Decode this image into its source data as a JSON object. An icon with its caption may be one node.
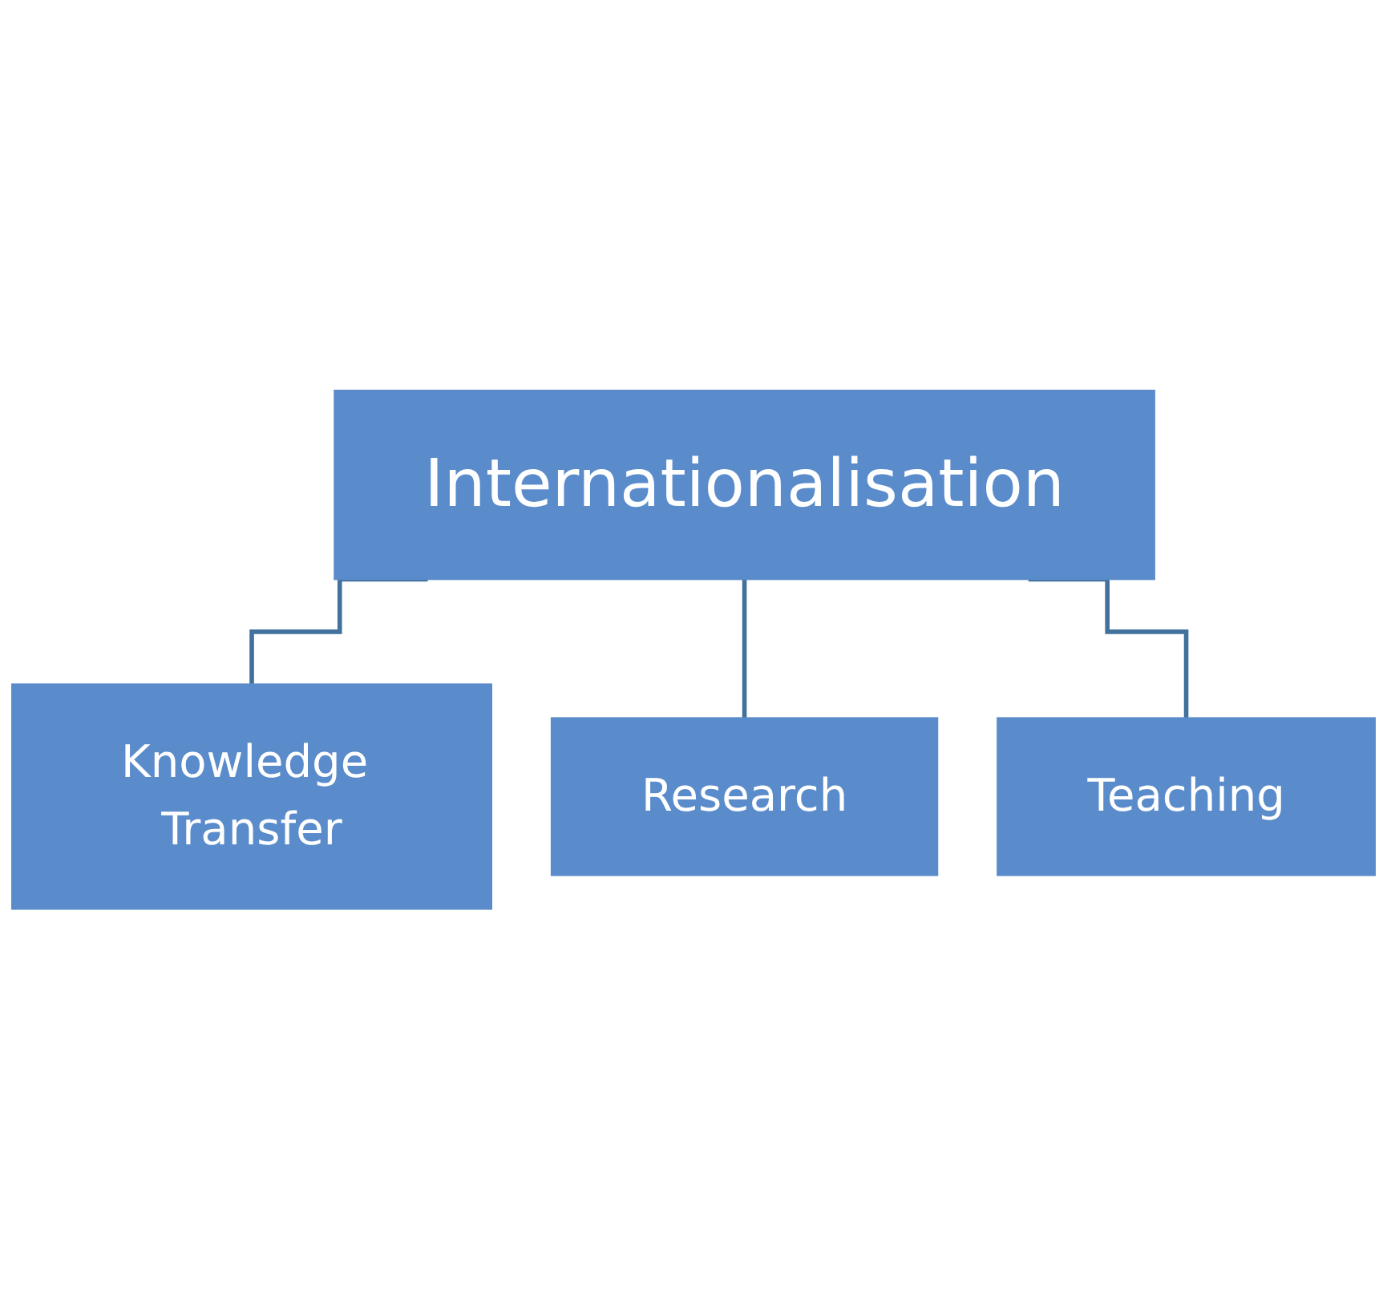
{
  "diagram": {
    "nodes": [
      {
        "text": [
          "Internationalisation"
        ]
      },
      {
        "text": [
          "Knowledge Transfer"
        ]
      },
      {
        "text": [
          "Research"
        ]
      },
      {
        "text": [
          "Teaching"
        ]
      }
    ],
    "edges": [
      {
        "from": 0,
        "to": 1,
        "arrow": "none"
      },
      {
        "from": 0,
        "to": 2,
        "arrow": "none"
      },
      {
        "from": 0,
        "to": 3,
        "arrow": "none"
      }
    ]
  }
}
